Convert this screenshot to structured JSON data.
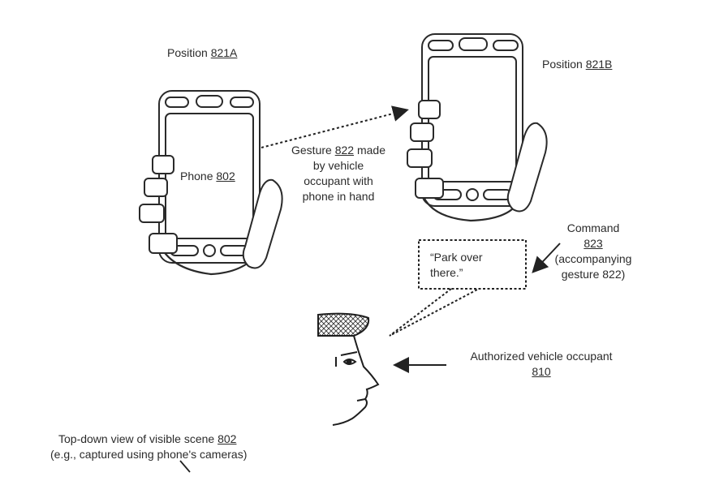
{
  "labels": {
    "position_a_prefix": "Position",
    "position_a_ref": "821A",
    "position_b_prefix": "Position",
    "position_b_ref": "821B",
    "phone_prefix": "Phone",
    "phone_ref": "802",
    "gesture_line1_prefix": "Gesture",
    "gesture_ref": "822",
    "gesture_line1_suffix": "made",
    "gesture_line2": "by vehicle",
    "gesture_line3": "occupant with",
    "gesture_line4": "phone in hand",
    "command_line1": "Command",
    "command_ref": "823",
    "command_line3": "(accompanying",
    "command_line4": "gesture 822)",
    "speech_line1": "“Park over",
    "speech_line2": "there.”",
    "occupant_line1": "Authorized vehicle occupant",
    "occupant_ref": "810",
    "topdown_line1_prefix": "Top-down view of visible scene",
    "topdown_ref": "802",
    "topdown_line2": "(e.g., captured using phone's cameras)"
  }
}
